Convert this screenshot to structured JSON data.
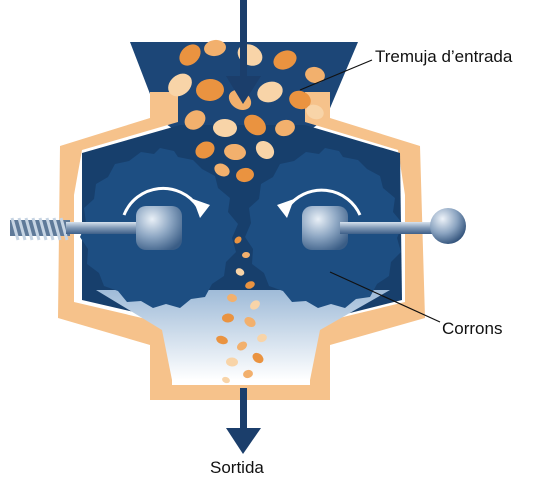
{
  "labels": {
    "hopper": "Tremuja d’entrada",
    "rollers": "Corrons",
    "output": "Sortida"
  },
  "colors": {
    "housing_orange": "#f6c28b",
    "chamber_navy": "#173f6c",
    "roller_blue": "#1c4d80",
    "arrow_navy": "#1b3e6b",
    "light_blue": "#cfe0ef",
    "spring_grey": "#7b93ad",
    "particle_dark": "#ea9340",
    "particle_mid": "#f2b06d",
    "particle_light": "#f8d4a8"
  },
  "icons": [
    "gear-roller",
    "rotation-arrow",
    "compression-spring",
    "input-arrow",
    "output-arrow"
  ]
}
